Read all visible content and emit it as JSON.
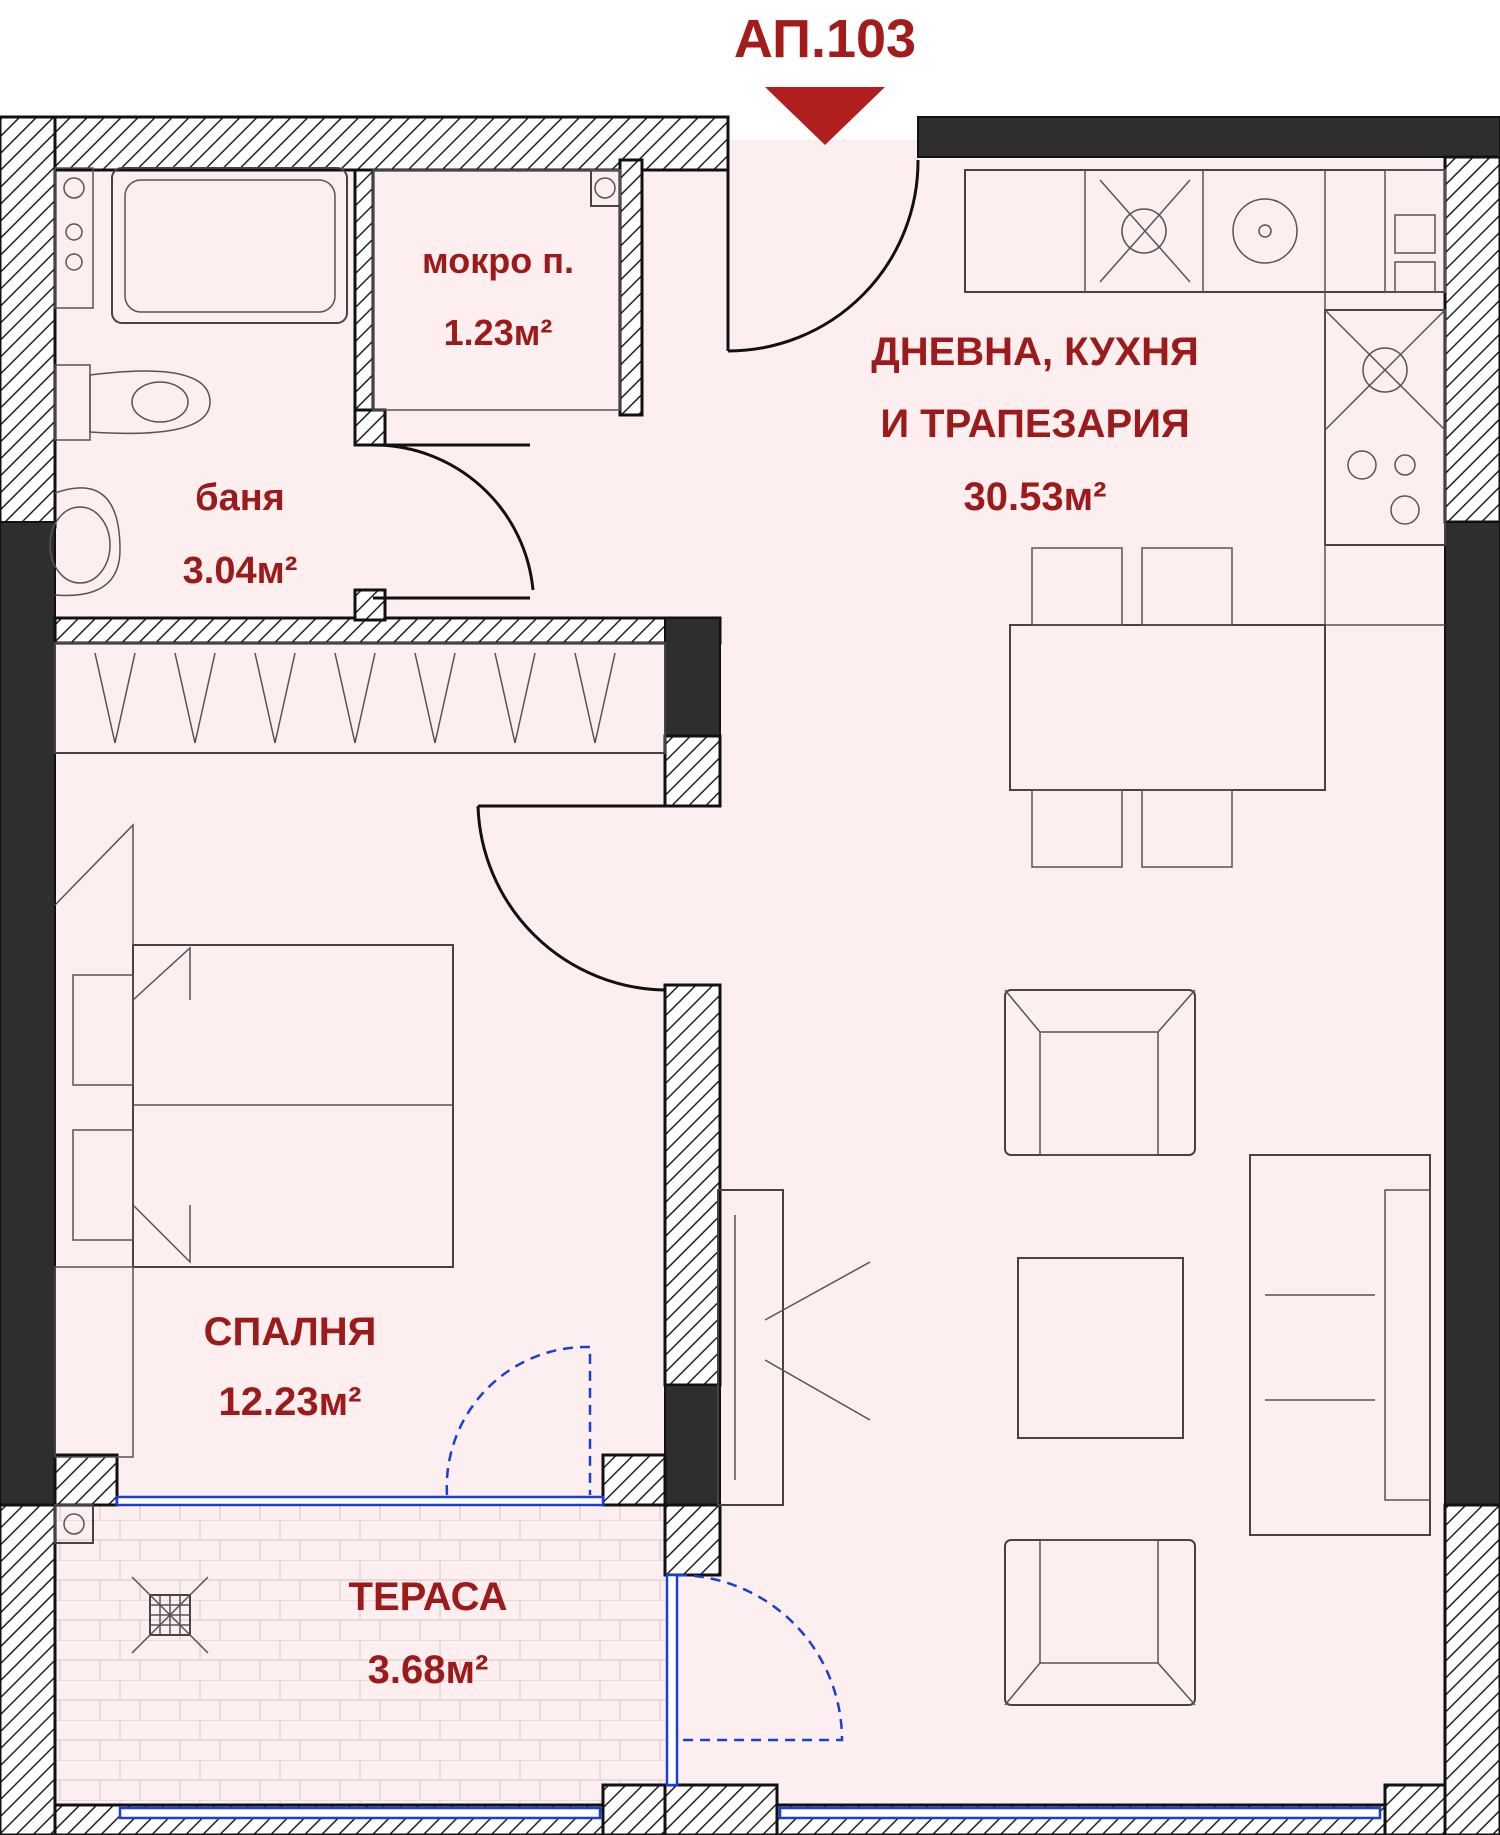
{
  "apartment_title": "АП.103",
  "rooms": {
    "laundry": {
      "name": "мокро п.",
      "area": "1.23м²"
    },
    "bathroom": {
      "name": "баня",
      "area": "3.04м²"
    },
    "living": {
      "name_line1": "ДНЕВНА, КУХНЯ",
      "name_line2": "И ТРАПЕЗАРИЯ",
      "area": "30.53м²"
    },
    "bedroom": {
      "name": "СПАЛНЯ",
      "area": "12.23м²"
    },
    "terrace": {
      "name": "ТЕРАСА",
      "area": "3.68м²"
    }
  },
  "colors": {
    "floor": "#fdeef0",
    "label": "#9c1a1a",
    "title": "#a31b1b",
    "entrance_marker": "#b01e1e",
    "glazing": "#1a3fd6"
  }
}
